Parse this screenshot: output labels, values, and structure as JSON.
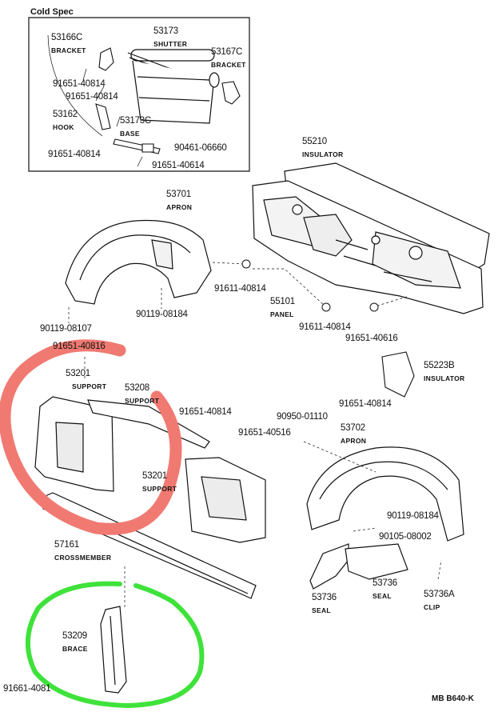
{
  "inset": {
    "title": "Cold Spec"
  },
  "parts": [
    {
      "key": "p53166C",
      "number": "53166C",
      "name": "BRACKET"
    },
    {
      "key": "p53173",
      "number": "53173",
      "name": "SHUTTER"
    },
    {
      "key": "p53167C",
      "number": "53167C",
      "name": "BRACKET"
    },
    {
      "key": "p53162",
      "number": "53162",
      "name": "HOOK"
    },
    {
      "key": "p53173C",
      "number": "53173C",
      "name": "BASE"
    },
    {
      "key": "p55210",
      "number": "55210",
      "name": "INSULATOR"
    },
    {
      "key": "p53701",
      "number": "53701",
      "name": "APRON"
    },
    {
      "key": "p55101",
      "number": "55101",
      "name": "PANEL"
    },
    {
      "key": "p55223B",
      "number": "55223B",
      "name": "INSULATOR"
    },
    {
      "key": "p53201a",
      "number": "53201",
      "name": "SUPPORT"
    },
    {
      "key": "p53208",
      "number": "53208",
      "name": "SUPPORT"
    },
    {
      "key": "p53702",
      "number": "53702",
      "name": "APRON"
    },
    {
      "key": "p53201b",
      "number": "53201",
      "name": "SUPPORT"
    },
    {
      "key": "p57161",
      "number": "57161",
      "name": "CROSSMEMBER"
    },
    {
      "key": "p53736a",
      "number": "53736",
      "name": "SEAL"
    },
    {
      "key": "p53736b",
      "number": "53736",
      "name": "SEAL"
    },
    {
      "key": "p53736A",
      "number": "53736A",
      "name": "CLIP"
    },
    {
      "key": "p53209",
      "number": "53209",
      "name": "BRACE"
    }
  ],
  "fasteners": [
    "91651-40814",
    "91651-40814",
    "91651-40814",
    "90461-06660",
    "91651-40614",
    "91611-40814",
    "90119-08184",
    "90119-08107",
    "91611-40814",
    "91651-40616",
    "91651-40816",
    "91651-40814",
    "91651-40814",
    "90950-01110",
    "91651-40516",
    "90119-08184",
    "90105-08002",
    "91661-4081"
  ],
  "footer": {
    "code": "MB  B640-K"
  },
  "annotations": {
    "red_circle_color": "#f07a72",
    "green_circle_color": "#3fe23a"
  }
}
